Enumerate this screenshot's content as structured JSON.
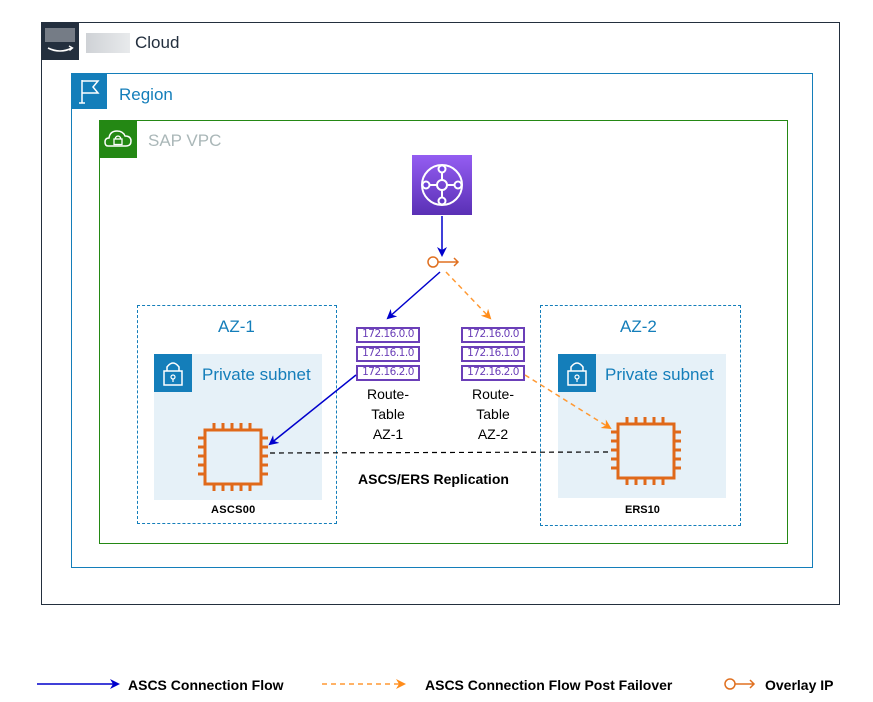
{
  "cloud": {
    "label": "Cloud",
    "icon": "aws-cloud-icon"
  },
  "region": {
    "label": "Region",
    "icon": "region-flag-icon"
  },
  "vpc": {
    "label": "SAP VPC",
    "icon": "vpc-cloud-lock-icon"
  },
  "transit_gateway": {
    "icon": "transit-gateway-icon",
    "color": "#7b4ae0"
  },
  "overlay_ip": {
    "icon": "overlay-ip-icon"
  },
  "availability_zones": [
    {
      "label": "AZ-1",
      "subnet": {
        "label": "Private subnet",
        "icon": "lock-icon"
      },
      "instance": {
        "label": "ASCS00",
        "icon": "ec2-instance-icon"
      }
    },
    {
      "label": "AZ-2",
      "subnet": {
        "label": "Private subnet",
        "icon": "lock-icon"
      },
      "instance": {
        "label": "ERS10",
        "icon": "ec2-instance-icon"
      }
    }
  ],
  "route_tables": [
    {
      "rows": [
        "172.16.0.0",
        "172.16.1.0",
        "172.16.2.0"
      ],
      "caption": [
        "Route-",
        "Table",
        "AZ-1"
      ]
    },
    {
      "rows": [
        "172.16.0.0",
        "172.16.1.0",
        "172.16.2.0"
      ],
      "caption": [
        "Route-",
        "Table",
        "AZ-2"
      ]
    }
  ],
  "replication_label": "ASCS/ERS Replication",
  "legend": [
    {
      "label": "ASCS Connection Flow",
      "style": "solid-arrow",
      "color": "#0000cc"
    },
    {
      "label": "ASCS Connection Flow Post Failover",
      "style": "dashed-arrow",
      "color": "#ff8c1a"
    },
    {
      "label": "Overlay IP",
      "style": "overlay-ip-icon",
      "color": "#e07020"
    }
  ],
  "colors": {
    "cloud": "#232f3e",
    "region": "#147eba",
    "vpc": "#248814",
    "instance": "#e0691a",
    "route_table": "#6b3fb8"
  }
}
